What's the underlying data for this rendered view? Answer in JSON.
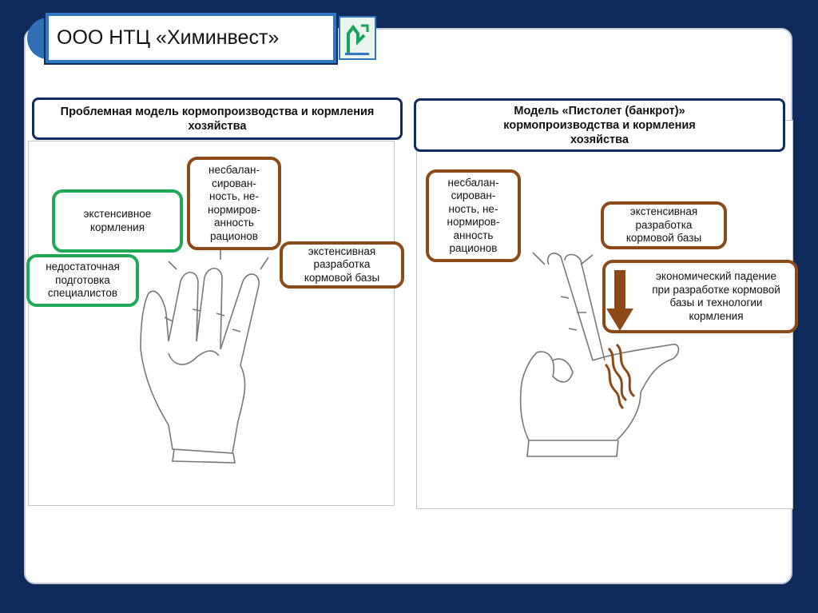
{
  "header": {
    "title": "ООО НТЦ «Химинвест»",
    "logo": "logo-icon"
  },
  "left": {
    "heading": "Проблемная модель кормопроизводства и кормления хозяйства",
    "boxes": [
      "экстенсивное\nкормления",
      "недостаточная\nподготовка\nспециалистов",
      "несбалан-\nсирован-\nность, не-\nнормиров-\nанность\nрационов",
      "экстенсивная\nразработка\nкормовой базы"
    ]
  },
  "right": {
    "heading": "Модель  «Пистолет (банкрот)»\nкормопроизводства и кормления\nхозяйства",
    "boxes": [
      "несбалан-\nсирован-\nность, не-\nнормиров-\nанность\nрационов",
      "экстенсивная\nразработка\nкормовой базы",
      "экономический падение\nпри разработке кормовой\nбазы и технологии\nкормления"
    ]
  },
  "colors": {
    "background": "#0e2b5c",
    "green": "#1fa956",
    "brown": "#8b4a17",
    "title_border": "#2f77c2"
  }
}
